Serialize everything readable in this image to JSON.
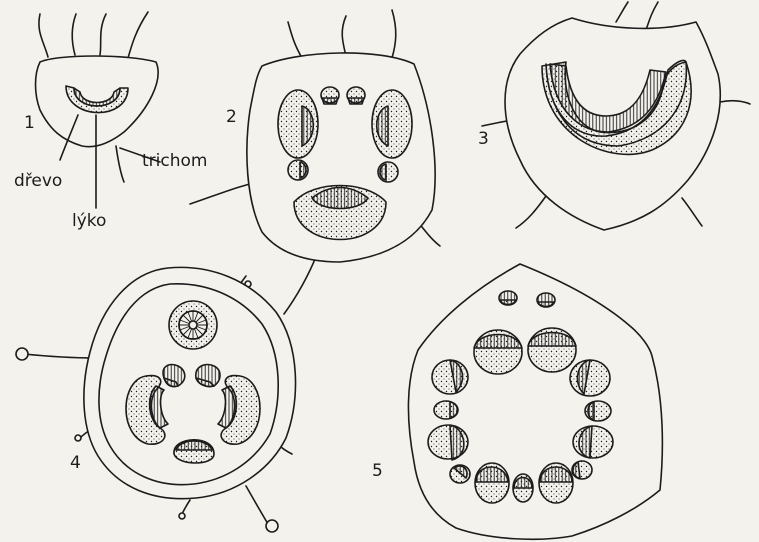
{
  "figure": {
    "background": "#f4f2ec",
    "ink": "#1c1c1c",
    "panels": [
      {
        "number": "1"
      },
      {
        "number": "2"
      },
      {
        "number": "3"
      },
      {
        "number": "4"
      },
      {
        "number": "5"
      }
    ],
    "labels": {
      "xylem": "dřevo",
      "phloem": "lýko",
      "trichome": "trichom"
    }
  }
}
